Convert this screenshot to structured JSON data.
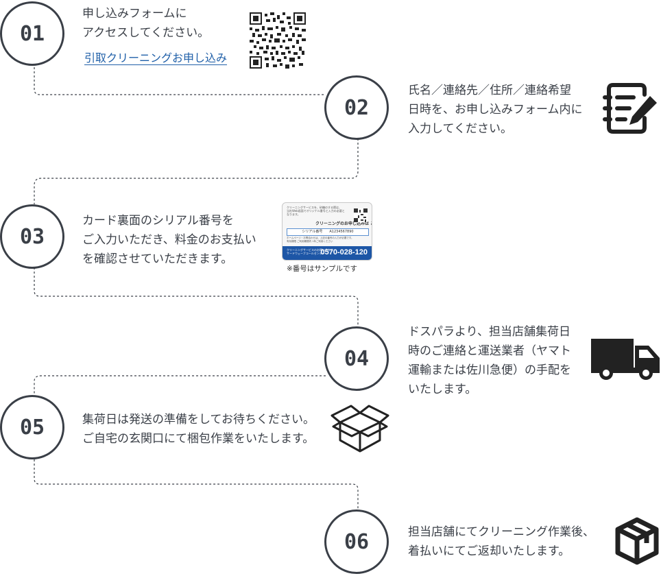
{
  "steps": [
    {
      "number": "01",
      "lines": "申し込みフォームに\nアクセスしてください。",
      "link": "引取クリーニングお申し込み",
      "icon": "qr-code-icon"
    },
    {
      "number": "02",
      "lines": "氏名／連絡先／住所／連絡希望\n日時を、お申し込みフォーム内に\n入力してください。",
      "icon": "form-edit-icon"
    },
    {
      "number": "03",
      "lines": "カード裏面のシリアル番号を\nご入力いただき、料金のお支払い\nを確認させていただきます。",
      "note": "※番号はサンプルです",
      "icon": "card-sample-image"
    },
    {
      "number": "04",
      "lines": "ドスパラより、担当店舗集荷日\n時のご連絡と運送業者（ヤマト\n運輸または佐川急便）の手配を\nいたします。",
      "icon": "truck-icon"
    },
    {
      "number": "05",
      "lines": "集荷日は発送の準備をしてお待ちください。\nご自宅の玄関口にて梱包作業をいたします。",
      "icon": "open-box-icon"
    },
    {
      "number": "06",
      "lines": "担当店舗にてクリーニング作業後、\n着払いにてご返却いたします。",
      "icon": "package-icon"
    }
  ],
  "card": {
    "intro": "クリーニングサービスを、砂糖のする際は、\n当社Web画面でオリジナル番号と入力の必要となります。",
    "apply": "クリーニングのお申し込みは こちらから ▶",
    "serial": "シリアル番号　　A1234567890",
    "terms": "ホームページ・お問合わせは、上記の番号の入力が必要です。\n有効期限 ご利用期間内  1年ご利用ください",
    "band_label": "クリーニングサービスのお問い合わせ\nサードウェーブコールセンター",
    "phone": "0570-028-120"
  },
  "colors": {
    "ink": "#3a3f47",
    "link": "#1f5fa8",
    "card_band": "#1d56a6"
  }
}
